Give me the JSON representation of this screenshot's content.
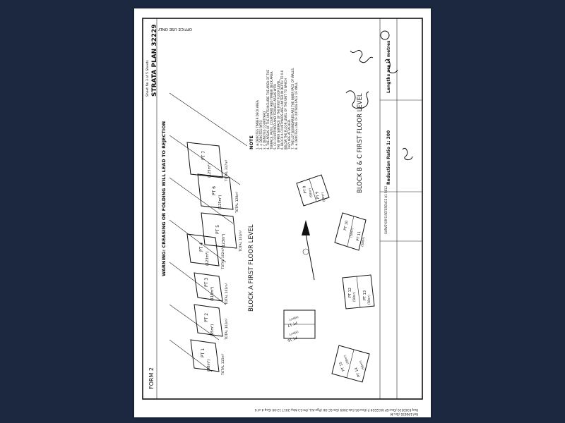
{
  "header": {
    "form_label": "FORM 2",
    "warning": "WARNING: CREASING OR FOLDING WILL LEAD TO REJECTION",
    "office_use": "OFFICE USE ONLY",
    "plan_title": "STRATA PLAN 32229",
    "sheet_note": "Sheet No 3 of 5 Sheets"
  },
  "blocks": {
    "block_a_label": "BLOCK A FIRST FLOOR LEVEL",
    "block_bc_label": "BLOCK B & C FIRST FLOOR LEVEL"
  },
  "notes": {
    "heading": "NOTE",
    "items": [
      "1. ⊠ DENOTES TIMBER DECK AREA",
      "2. ⊙ DENOTES PATIO",
      "3. C DENOTES COURTYARD",
      "4. THE AREAS OF THE UNITS INCLUDE THE AREA OF THE",
      "   TERRACE, PATIO, COURTYARD AND TIMBER DECK AREA.",
      "5. CO-COURTYARD AND TERRACE AREAS WITH",
      "   THE UPPER SURFACE OF THE FIRST FLOOR LEVEL.",
      "6. BLOCK A COURTYARDS ARE LIMITED IN DEPTH TO 0.6",
      "   BELOW THE FLOOR LEVEL OF THE UNIT TO WHICH",
      "   THEY ARE ATTACHED.",
      "7. THE LOT BOUNDARIES ARE THE INNER FACE OF WALLS.",
      "8. ⊕ DENOTES LINE OF OUTSIDE FACE OF WALL."
    ]
  },
  "lots": [
    {
      "number": "PT 1",
      "area": "(98m²)",
      "total": "TOTAL 115m²"
    },
    {
      "number": "PT 2",
      "area": "(95m²)",
      "total": "TOTAL 102m²"
    },
    {
      "number": "PT 3",
      "area": "(115m²)",
      "total": "TOTAL 101m²"
    },
    {
      "number": "PT 4",
      "area": "(123m²)",
      "total": "TOTAL 102m²"
    },
    {
      "number": "PT 5",
      "area": "(123m²)",
      "total": "TOTAL 102m²"
    },
    {
      "number": "PT 6",
      "area": "(125m²)",
      "total": "TOTAL 128m²"
    },
    {
      "number": "PT 7",
      "area": "(125m²)",
      "total": "TOTAL 317m²"
    },
    {
      "number": "PT 8",
      "area": "(58m²)"
    },
    {
      "number": "PT 9",
      "area": "(58m²)"
    },
    {
      "number": "PT 10",
      "area": "(58m²)"
    },
    {
      "number": "PT 11",
      "area": "(58m²)"
    },
    {
      "number": "PT 12",
      "area": "(58m²)"
    },
    {
      "number": "PT 13",
      "area": "(58m²)"
    },
    {
      "number": "PT 14",
      "area": "(58m²)"
    },
    {
      "number": "PT 15",
      "area": "(58m²)"
    },
    {
      "number": "PT 16",
      "area": "(58m²)"
    },
    {
      "number": "PT 17",
      "area": "(58m²)"
    }
  ],
  "footer": {
    "reduction_ratio": "Reduction Ratio 1: 300",
    "lengths": "Lengths are in metres",
    "surveyor_ref": "SURVEYOR'S REFERENCE  A1 5812",
    "stamp_line1": "Req:R363519 /Doc:SP 0032229 P /Rev:05-Feb-2009 /Sts:SC.OK /Pgs:ALL /Prt:13-May-2017 12:09 /Seq:4 of 6",
    "stamp_line2": "Ref:190035 /Src:M"
  },
  "colors": {
    "background": "#1c2840",
    "paper": "#ffffff",
    "ink": "#111111"
  }
}
